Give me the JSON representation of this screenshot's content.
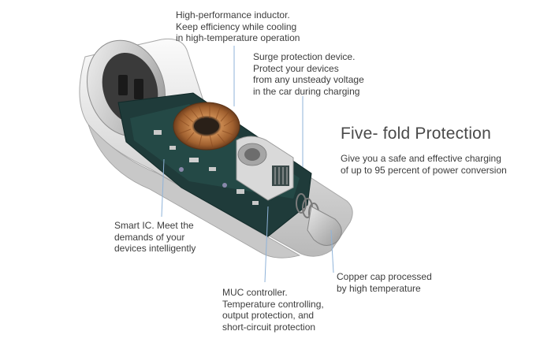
{
  "headline": {
    "title": "Five- fold Protection",
    "description": [
      "Give you a safe and effective charging",
      "of up to 95 percent of power conversion"
    ]
  },
  "callouts": {
    "inductor": [
      "High-performance inductor.",
      "Keep efficiency while cooling",
      "in high-temperature operation"
    ],
    "surge": [
      "Surge protection device.",
      "Protect your devices",
      "from any unsteady voltage",
      "in the car during charging"
    ],
    "smart_ic": [
      "Smart IC. Meet the",
      "demands of your",
      "devices intelligently"
    ],
    "muc": [
      "MUC controller.",
      "Temperature controlling,",
      "output protection, and",
      "short-circuit protection"
    ],
    "copper": [
      "Copper cap processed",
      "by high temperature"
    ]
  },
  "colors": {
    "leader_line": "#8fb3d9",
    "pcb": "#1f3b3a",
    "shell": "#e6e6e6",
    "coil": "#b8743f"
  }
}
